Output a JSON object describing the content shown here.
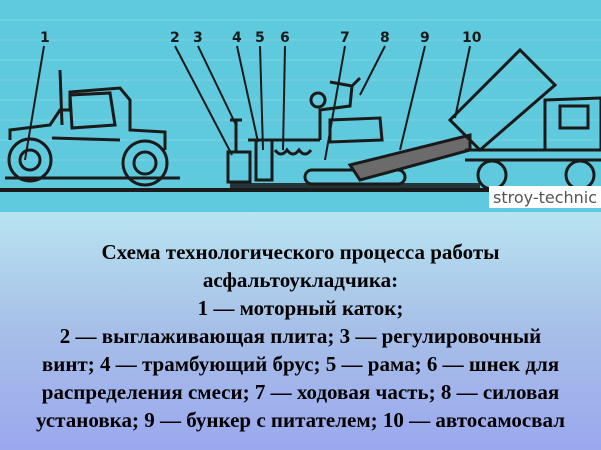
{
  "diagram": {
    "callout_numbers": [
      "1",
      "2",
      "3",
      "4",
      "5",
      "6",
      "7",
      "8",
      "9",
      "10"
    ],
    "watermark": "stroy-technic"
  },
  "caption": {
    "lines": [
      "Схема технологического процесса работы",
      "асфальтоукладчика:",
      "1 — моторный каток;",
      "2 — выглаживающая плита; 3 — регулировочный",
      "винт; 4 — трамбующий брус; 5 — рама; 6 — шнек для",
      "распределения смеси; 7 — ходовая часть; 8 — силовая",
      "установка; 9 — бункер с питателем; 10 — автосамосвал"
    ]
  },
  "colors": {
    "diagram_background": "#5fc9dd",
    "line": "#1a1a1a",
    "text": "#000000"
  }
}
